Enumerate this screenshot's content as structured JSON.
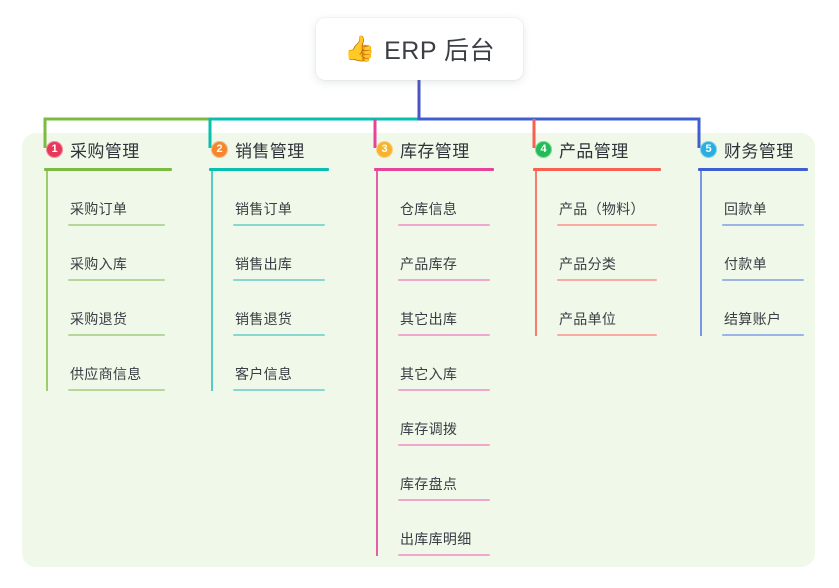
{
  "root": {
    "icon": "thumbs-up-icon",
    "emoji": "👍",
    "title": "ERP 后台"
  },
  "palette": {
    "panel_bg": "#eff8e9",
    "page_bg": "#ffffff",
    "title_text": "#3c3f45",
    "root_stem": "#4a54c4"
  },
  "branches": [
    {
      "number": "1",
      "title": "采购管理",
      "badge_color": "#e8385a",
      "line_color": "#7cbb42",
      "rule_color": "#7cbb42",
      "item_rule_color": "#b6d79a",
      "spine_color": "#9ccc6b",
      "items": [
        {
          "label": "采购订单"
        },
        {
          "label": "采购入库"
        },
        {
          "label": "采购退货"
        },
        {
          "label": "供应商信息"
        }
      ]
    },
    {
      "number": "2",
      "title": "销售管理",
      "badge_color": "#f5862e",
      "line_color": "#09bfb0",
      "rule_color": "#09bfb0",
      "item_rule_color": "#86d8d1",
      "spine_color": "#56cdc4",
      "items": [
        {
          "label": "销售订单"
        },
        {
          "label": "销售出库"
        },
        {
          "label": "销售退货"
        },
        {
          "label": "客户信息"
        }
      ]
    },
    {
      "number": "3",
      "title": "库存管理",
      "badge_color": "#f7b32b",
      "line_color": "#e8439a",
      "rule_color": "#e8439a",
      "item_rule_color": "#efa8cd",
      "spine_color": "#e45fa5",
      "items": [
        {
          "label": "仓库信息"
        },
        {
          "label": "产品库存"
        },
        {
          "label": "其它出库"
        },
        {
          "label": "其它入库"
        },
        {
          "label": "库存调拨"
        },
        {
          "label": "库存盘点"
        },
        {
          "label": "出库库明细"
        }
      ]
    },
    {
      "number": "4",
      "title": "产品管理",
      "badge_color": "#22bb55",
      "line_color": "#fa5f52",
      "rule_color": "#fa5f52",
      "item_rule_color": "#f8aaa3",
      "spine_color": "#f97a6e",
      "items": [
        {
          "label": "产品（物料）"
        },
        {
          "label": "产品分类"
        },
        {
          "label": "产品单位"
        }
      ]
    },
    {
      "number": "5",
      "title": "财务管理",
      "badge_color": "#29aee0",
      "line_color": "#3f5fd0",
      "rule_color": "#3f5fd0",
      "item_rule_color": "#9bb3e6",
      "spine_color": "#7a97dd",
      "items": [
        {
          "label": "回款单"
        },
        {
          "label": "付款单"
        },
        {
          "label": "结算账户"
        }
      ]
    }
  ]
}
